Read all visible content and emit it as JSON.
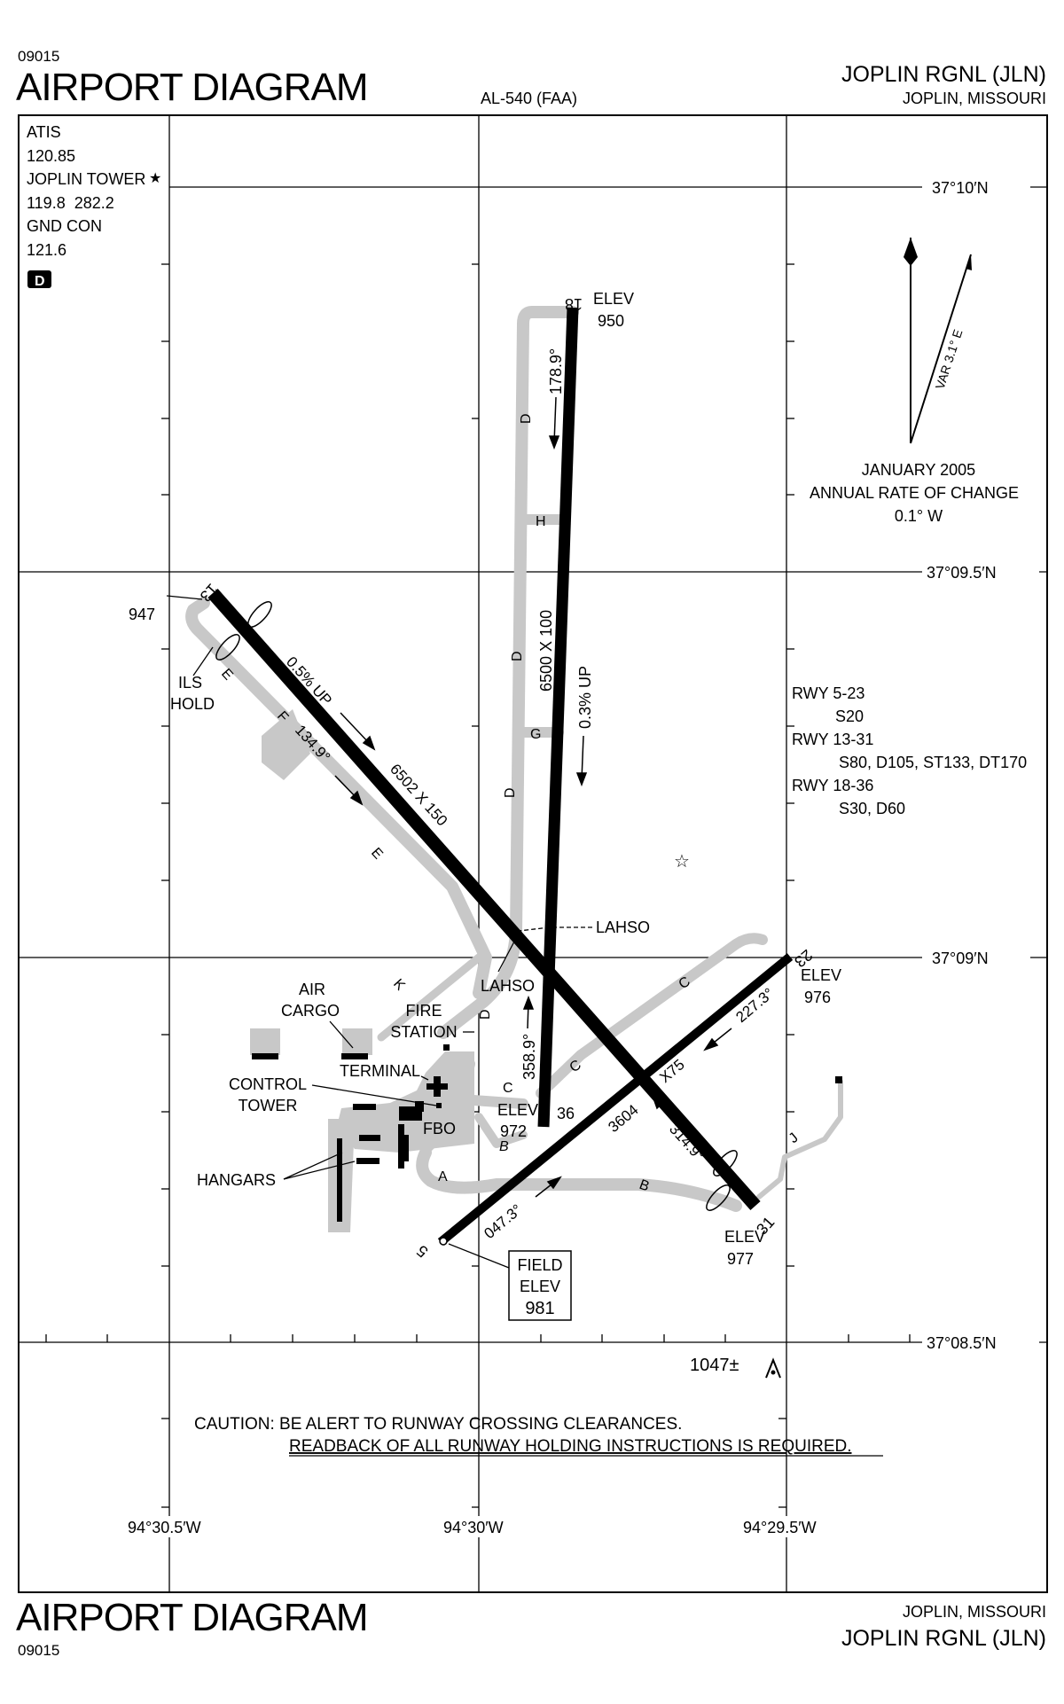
{
  "header": {
    "chart_number": "09015",
    "title": "AIRPORT DIAGRAM",
    "procedure_id": "AL-540 (FAA)",
    "airport": "JOPLIN RGNL (JLN)",
    "city": "JOPLIN, MISSOURI"
  },
  "footer": {
    "title": "AIRPORT DIAGRAM",
    "chart_number": "09015",
    "city": "JOPLIN, MISSOURI",
    "airport": "JOPLIN RGNL (JLN)"
  },
  "frequencies": {
    "atis_label": "ATIS",
    "atis_freq": "120.85",
    "tower_label": "JOPLIN TOWER",
    "tower_freq": "119.8  282.2",
    "gnd_label": "GND CON",
    "gnd_freq": "121.6",
    "datalink_badge": "D"
  },
  "coordinates": {
    "lat_1": "37°10′N",
    "lat_2": "37°09.5′N",
    "lat_3": "37°09′N",
    "lat_4": "37°08.5′N",
    "lon_1": "94°30.5′W",
    "lon_2": "94°30′W",
    "lon_3": "94°29.5′W"
  },
  "magnetic": {
    "variation": "VAR 3.1° E",
    "date": "JANUARY 2005",
    "rate_label": "ANNUAL RATE OF CHANGE",
    "rate_value": "0.1° W"
  },
  "runway_strength": {
    "rwy_5_23": "RWY 5-23",
    "rwy_5_23_val": "S20",
    "rwy_13_31": "RWY 13-31",
    "rwy_13_31_val": "S80, D105, ST133, DT170",
    "rwy_18_36": "RWY 18-36",
    "rwy_18_36_val": "S30, D60"
  },
  "runway_18_36": {
    "end_18": "18",
    "end_36": "36",
    "elev_label": "ELEV",
    "elev_18": "950",
    "elev_36": "972",
    "heading_south": "178.9°",
    "heading_north": "358.9°",
    "dimensions": "6500 X 100",
    "slope": "0.3% UP"
  },
  "runway_13_31": {
    "end_13": "13",
    "end_31": "31",
    "elev_13": "947",
    "elev_31": "977",
    "heading_se": "134.9°",
    "heading_nw": "314.9°",
    "dimensions": "6502 X 150",
    "slope": "0.5% UP"
  },
  "runway_5_23": {
    "end_5": "5",
    "end_23": "23",
    "elev_23": "976",
    "heading_ne": "047.3°",
    "heading_sw": "227.3°",
    "dimensions_length": "3604",
    "dimensions_width": "X75"
  },
  "taxiways": {
    "a": "A",
    "b": "B",
    "c": "C",
    "d": "D",
    "e": "E",
    "f": "F",
    "g": "G",
    "h": "H",
    "j": "J",
    "k": "K"
  },
  "labels": {
    "ils_hold": "ILS",
    "ils_hold_2": "HOLD",
    "lahso": "LAHSO",
    "air_cargo": "AIR",
    "air_cargo_2": "CARGO",
    "fire_station": "FIRE",
    "fire_station_2": "STATION",
    "terminal": "TERMINAL",
    "control_tower": "CONTROL",
    "control_tower_2": "TOWER",
    "fbo": "FBO",
    "hangars": "HANGARS",
    "field_elev_1": "FIELD",
    "field_elev_2": "ELEV",
    "field_elev_value": "981",
    "obstacle": "1047±"
  },
  "caution": {
    "line_1": "CAUTION: BE ALERT TO RUNWAY CROSSING CLEARANCES.",
    "line_2": "READBACK OF ALL RUNWAY HOLDING INSTRUCTIONS IS REQUIRED."
  }
}
